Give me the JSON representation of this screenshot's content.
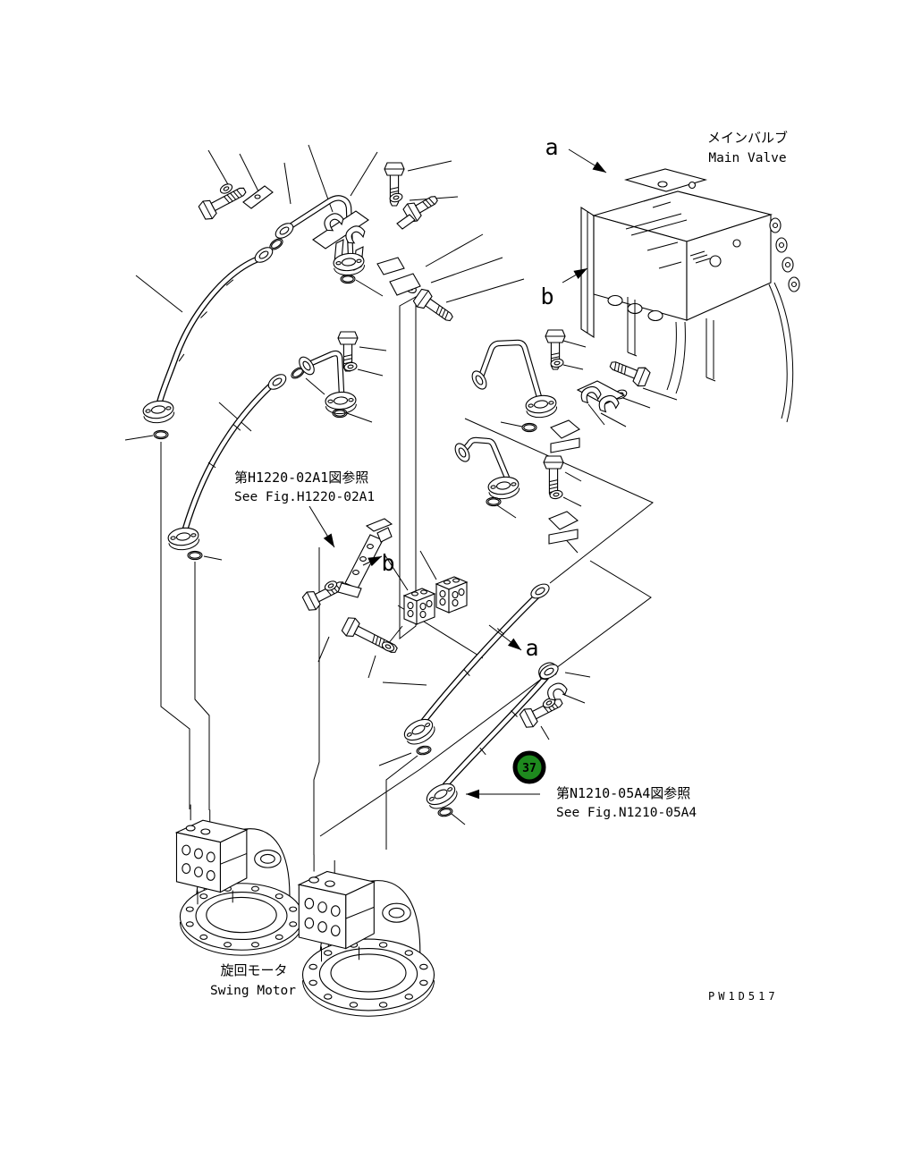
{
  "drawing": {
    "labels": {
      "main_valve_jp": "メインバルブ",
      "main_valve_en": "Main Valve",
      "see_fig_h1220_jp": "第H1220-02A1図参照",
      "see_fig_h1220_en": "See Fig.H1220-02A1",
      "see_fig_n1210_jp": "第N1210-05A4図参照",
      "see_fig_n1210_en": "See Fig.N1210-05A4",
      "swing_motor_jp": "旋回モータ",
      "swing_motor_en": "Swing Motor",
      "drawing_code": "PW1D517"
    },
    "ref_letters": {
      "a_top": "a",
      "b_top": "b",
      "b_mid": "b",
      "a_mid": "a"
    },
    "balloon": {
      "number": "37",
      "fill_color": "#1e8a1e",
      "ring_color": "#000000",
      "text_color": "#ffffff"
    },
    "colors": {
      "line": "#000000",
      "background": "#ffffff"
    }
  }
}
